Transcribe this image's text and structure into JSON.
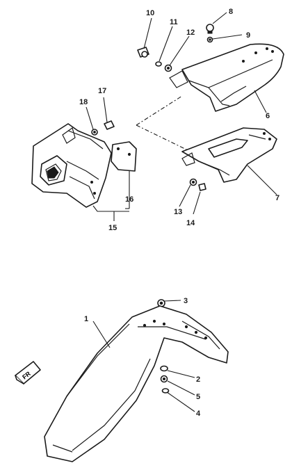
{
  "callouts": [
    {
      "id": "1",
      "label": "1"
    },
    {
      "id": "2",
      "label": "2"
    },
    {
      "id": "3",
      "label": "3"
    },
    {
      "id": "4",
      "label": "4"
    },
    {
      "id": "5",
      "label": "5"
    },
    {
      "id": "6",
      "label": "6"
    },
    {
      "id": "7",
      "label": "7"
    },
    {
      "id": "8",
      "label": "8"
    },
    {
      "id": "9",
      "label": "9"
    },
    {
      "id": "10",
      "label": "10"
    },
    {
      "id": "11",
      "label": "11"
    },
    {
      "id": "12",
      "label": "12"
    },
    {
      "id": "13",
      "label": "13"
    },
    {
      "id": "14",
      "label": "14"
    },
    {
      "id": "15",
      "label": "15"
    },
    {
      "id": "16",
      "label": "16"
    },
    {
      "id": "17",
      "label": "17"
    },
    {
      "id": "18",
      "label": "18"
    }
  ],
  "front_arrow": {
    "label": "FR",
    "icon": "front-direction-arrow-icon"
  },
  "colors": {
    "ink": "#1a1a1a",
    "paper": "#ffffff"
  }
}
